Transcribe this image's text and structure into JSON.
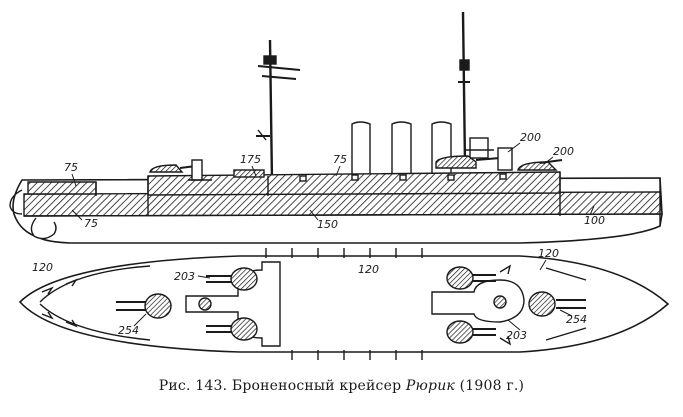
{
  "side_view": {
    "labels": {
      "bow_deck": "75",
      "bow_belt": "75",
      "fwd_turret": "175",
      "casemate": "75",
      "belt": "150",
      "aft_turret_upper": "200",
      "aft_turret": "200",
      "aft_belt": "100"
    }
  },
  "plan_view": {
    "labels": {
      "bow_deck": "120",
      "fwd_turret": "203",
      "fwd_main": "254",
      "center": "120",
      "aft_deck": "120",
      "aft_turret": "203",
      "aft_main": "254"
    }
  },
  "caption": {
    "prefix": "Рис. 143. Броненосный крейсер ",
    "ship": "Рюрик",
    "suffix": " (1908 г.)"
  }
}
